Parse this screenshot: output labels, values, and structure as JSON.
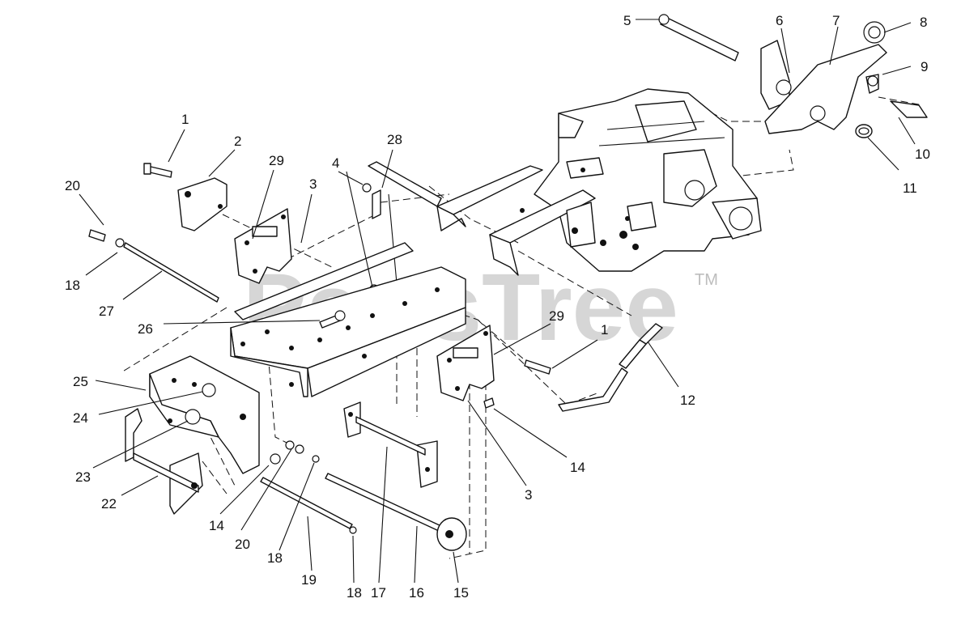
{
  "watermark": {
    "text": "PartsTree",
    "trademark": "TM"
  },
  "callouts": [
    {
      "id": "c1a",
      "label": "1"
    },
    {
      "id": "c2",
      "label": "2"
    },
    {
      "id": "c29a",
      "label": "29"
    },
    {
      "id": "c3a",
      "label": "3"
    },
    {
      "id": "c4",
      "label": "4"
    },
    {
      "id": "c28",
      "label": "28"
    },
    {
      "id": "c20a",
      "label": "20"
    },
    {
      "id": "c18a",
      "label": "18"
    },
    {
      "id": "c27",
      "label": "27"
    },
    {
      "id": "c26",
      "label": "26"
    },
    {
      "id": "c25",
      "label": "25"
    },
    {
      "id": "c24",
      "label": "24"
    },
    {
      "id": "c23",
      "label": "23"
    },
    {
      "id": "c22",
      "label": "22"
    },
    {
      "id": "c14a",
      "label": "14"
    },
    {
      "id": "c20b",
      "label": "20"
    },
    {
      "id": "c18b",
      "label": "18"
    },
    {
      "id": "c19",
      "label": "19"
    },
    {
      "id": "c18c",
      "label": "18"
    },
    {
      "id": "c17",
      "label": "17"
    },
    {
      "id": "c16",
      "label": "16"
    },
    {
      "id": "c15",
      "label": "15"
    },
    {
      "id": "c3b",
      "label": "3"
    },
    {
      "id": "c14b",
      "label": "14"
    },
    {
      "id": "c29b",
      "label": "29"
    },
    {
      "id": "c1b",
      "label": "1"
    },
    {
      "id": "c12",
      "label": "12"
    },
    {
      "id": "c5",
      "label": "5"
    },
    {
      "id": "c6",
      "label": "6"
    },
    {
      "id": "c7",
      "label": "7"
    },
    {
      "id": "c8",
      "label": "8"
    },
    {
      "id": "c9",
      "label": "9"
    },
    {
      "id": "c10",
      "label": "10"
    },
    {
      "id": "c11",
      "label": "11"
    }
  ]
}
